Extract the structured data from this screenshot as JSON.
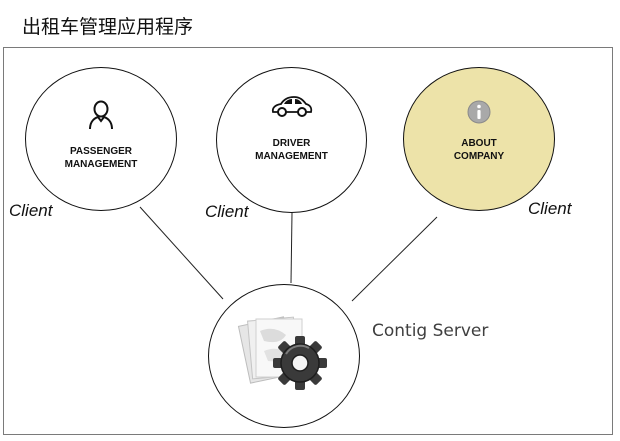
{
  "title": "出租车管理应用程序",
  "clients": {
    "passenger": {
      "line1": "PASSENGER",
      "line2": "MANAGEMENT",
      "role": "Client"
    },
    "driver": {
      "line1": "DRIVER",
      "line2": "MANAGEMENT",
      "role": "Client"
    },
    "about": {
      "line1": "ABOUT",
      "line2": "COMPANY",
      "role": "Client"
    }
  },
  "server": {
    "label": "Contig Server"
  },
  "colors": {
    "about_fill": "#ede3a9",
    "stroke": "#111111",
    "frame": "#7a7a7a"
  },
  "icons": {
    "passenger": "person-icon",
    "driver": "car-icon",
    "about": "info-icon",
    "server": "gear-icon"
  }
}
